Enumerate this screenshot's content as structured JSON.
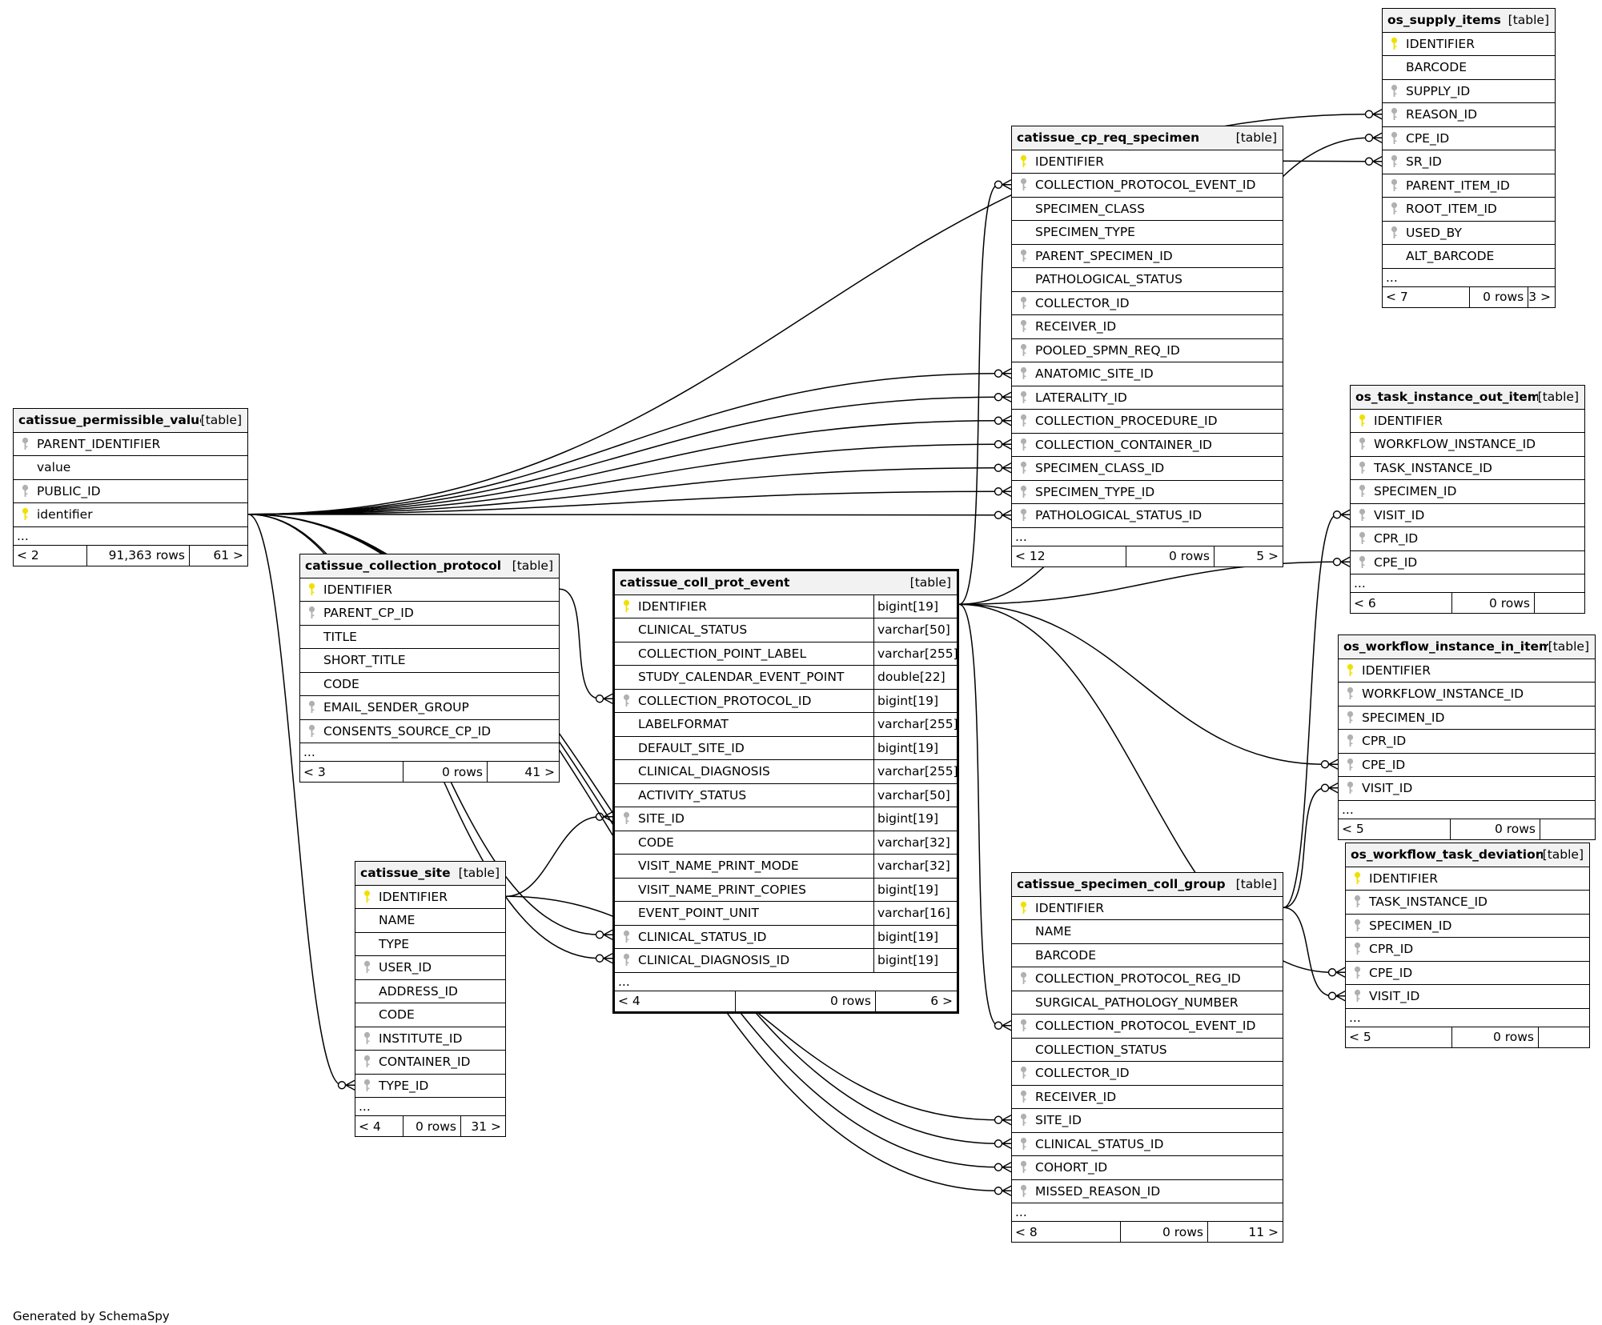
{
  "footer": "Generated by SchemaSpy",
  "tag_label": "[table]",
  "more_label": "...",
  "colors": {
    "primary_key": "#f0e000",
    "foreign_key": "#b0b0b0",
    "header_bg": "#f2f2f2",
    "line": "#000000"
  },
  "tables": [
    {
      "id": "os_supply_items",
      "name": "os_supply_items",
      "focus": false,
      "show_types": false,
      "columns": [
        {
          "name": "IDENTIFIER",
          "key": "pk"
        },
        {
          "name": "BARCODE",
          "key": ""
        },
        {
          "name": "SUPPLY_ID",
          "key": "fk"
        },
        {
          "name": "REASON_ID",
          "key": "fk"
        },
        {
          "name": "CPE_ID",
          "key": "fk"
        },
        {
          "name": "SR_ID",
          "key": "fk"
        },
        {
          "name": "PARENT_ITEM_ID",
          "key": "fk"
        },
        {
          "name": "ROOT_ITEM_ID",
          "key": "fk"
        },
        {
          "name": "USED_BY",
          "key": "fk"
        },
        {
          "name": "ALT_BARCODE",
          "key": ""
        }
      ],
      "footer": {
        "parents": "< 7",
        "rows": "0 rows",
        "children": "3 >"
      }
    },
    {
      "id": "catissue_cp_req_specimen",
      "name": "catissue_cp_req_specimen",
      "focus": false,
      "show_types": false,
      "columns": [
        {
          "name": "IDENTIFIER",
          "key": "pk"
        },
        {
          "name": "COLLECTION_PROTOCOL_EVENT_ID",
          "key": "fk"
        },
        {
          "name": "SPECIMEN_CLASS",
          "key": ""
        },
        {
          "name": "SPECIMEN_TYPE",
          "key": ""
        },
        {
          "name": "PARENT_SPECIMEN_ID",
          "key": "fk"
        },
        {
          "name": "PATHOLOGICAL_STATUS",
          "key": ""
        },
        {
          "name": "COLLECTOR_ID",
          "key": "fk"
        },
        {
          "name": "RECEIVER_ID",
          "key": "fk"
        },
        {
          "name": "POOLED_SPMN_REQ_ID",
          "key": "fk"
        },
        {
          "name": "ANATOMIC_SITE_ID",
          "key": "fk"
        },
        {
          "name": "LATERALITY_ID",
          "key": "fk"
        },
        {
          "name": "COLLECTION_PROCEDURE_ID",
          "key": "fk"
        },
        {
          "name": "COLLECTION_CONTAINER_ID",
          "key": "fk"
        },
        {
          "name": "SPECIMEN_CLASS_ID",
          "key": "fk"
        },
        {
          "name": "SPECIMEN_TYPE_ID",
          "key": "fk"
        },
        {
          "name": "PATHOLOGICAL_STATUS_ID",
          "key": "fk"
        }
      ],
      "footer": {
        "parents": "< 12",
        "rows": "0 rows",
        "children": "5 >"
      }
    },
    {
      "id": "os_task_instance_out_items",
      "name": "os_task_instance_out_items",
      "focus": false,
      "show_types": false,
      "columns": [
        {
          "name": "IDENTIFIER",
          "key": "pk"
        },
        {
          "name": "WORKFLOW_INSTANCE_ID",
          "key": "fk"
        },
        {
          "name": "TASK_INSTANCE_ID",
          "key": "fk"
        },
        {
          "name": "SPECIMEN_ID",
          "key": "fk"
        },
        {
          "name": "VISIT_ID",
          "key": "fk"
        },
        {
          "name": "CPR_ID",
          "key": "fk"
        },
        {
          "name": "CPE_ID",
          "key": "fk"
        }
      ],
      "footer": {
        "parents": "< 6",
        "rows": "0 rows",
        "children": ""
      }
    },
    {
      "id": "catissue_permissible_value",
      "name": "catissue_permissible_value",
      "focus": false,
      "show_types": false,
      "columns": [
        {
          "name": "PARENT_IDENTIFIER",
          "key": "fk"
        },
        {
          "name": "value",
          "key": ""
        },
        {
          "name": "PUBLIC_ID",
          "key": "fk"
        },
        {
          "name": "identifier",
          "key": "pk"
        }
      ],
      "footer": {
        "parents": "< 2",
        "rows": "91,363 rows",
        "children": "61 >"
      }
    },
    {
      "id": "catissue_collection_protocol",
      "name": "catissue_collection_protocol",
      "focus": false,
      "show_types": false,
      "columns": [
        {
          "name": "IDENTIFIER",
          "key": "pk"
        },
        {
          "name": "PARENT_CP_ID",
          "key": "fk"
        },
        {
          "name": "TITLE",
          "key": ""
        },
        {
          "name": "SHORT_TITLE",
          "key": ""
        },
        {
          "name": "CODE",
          "key": ""
        },
        {
          "name": "EMAIL_SENDER_GROUP",
          "key": "fk"
        },
        {
          "name": "CONSENTS_SOURCE_CP_ID",
          "key": "fk"
        }
      ],
      "footer": {
        "parents": "< 3",
        "rows": "0 rows",
        "children": "41 >"
      }
    },
    {
      "id": "catissue_coll_prot_event",
      "name": "catissue_coll_prot_event",
      "focus": true,
      "show_types": true,
      "columns": [
        {
          "name": "IDENTIFIER",
          "key": "pk",
          "type": "bigint[19]"
        },
        {
          "name": "CLINICAL_STATUS",
          "key": "",
          "type": "varchar[50]"
        },
        {
          "name": "COLLECTION_POINT_LABEL",
          "key": "",
          "type": "varchar[255]"
        },
        {
          "name": "STUDY_CALENDAR_EVENT_POINT",
          "key": "",
          "type": "double[22]"
        },
        {
          "name": "COLLECTION_PROTOCOL_ID",
          "key": "fk",
          "type": "bigint[19]"
        },
        {
          "name": "LABELFORMAT",
          "key": "",
          "type": "varchar[255]"
        },
        {
          "name": "DEFAULT_SITE_ID",
          "key": "",
          "type": "bigint[19]"
        },
        {
          "name": "CLINICAL_DIAGNOSIS",
          "key": "",
          "type": "varchar[255]"
        },
        {
          "name": "ACTIVITY_STATUS",
          "key": "",
          "type": "varchar[50]"
        },
        {
          "name": "SITE_ID",
          "key": "fk",
          "type": "bigint[19]"
        },
        {
          "name": "CODE",
          "key": "",
          "type": "varchar[32]"
        },
        {
          "name": "VISIT_NAME_PRINT_MODE",
          "key": "",
          "type": "varchar[32]"
        },
        {
          "name": "VISIT_NAME_PRINT_COPIES",
          "key": "",
          "type": "bigint[19]"
        },
        {
          "name": "EVENT_POINT_UNIT",
          "key": "",
          "type": "varchar[16]"
        },
        {
          "name": "CLINICAL_STATUS_ID",
          "key": "fk",
          "type": "bigint[19]"
        },
        {
          "name": "CLINICAL_DIAGNOSIS_ID",
          "key": "fk",
          "type": "bigint[19]"
        }
      ],
      "footer": {
        "parents": "< 4",
        "rows": "0 rows",
        "children": "6 >"
      }
    },
    {
      "id": "os_workflow_instance_in_items",
      "name": "os_workflow_instance_in_items",
      "focus": false,
      "show_types": false,
      "columns": [
        {
          "name": "IDENTIFIER",
          "key": "pk"
        },
        {
          "name": "WORKFLOW_INSTANCE_ID",
          "key": "fk"
        },
        {
          "name": "SPECIMEN_ID",
          "key": "fk"
        },
        {
          "name": "CPR_ID",
          "key": "fk"
        },
        {
          "name": "CPE_ID",
          "key": "fk"
        },
        {
          "name": "VISIT_ID",
          "key": "fk"
        }
      ],
      "footer": {
        "parents": "< 5",
        "rows": "0 rows",
        "children": ""
      }
    },
    {
      "id": "os_workflow_task_deviations",
      "name": "os_workflow_task_deviations",
      "focus": false,
      "show_types": false,
      "columns": [
        {
          "name": "IDENTIFIER",
          "key": "pk"
        },
        {
          "name": "TASK_INSTANCE_ID",
          "key": "fk"
        },
        {
          "name": "SPECIMEN_ID",
          "key": "fk"
        },
        {
          "name": "CPR_ID",
          "key": "fk"
        },
        {
          "name": "CPE_ID",
          "key": "fk"
        },
        {
          "name": "VISIT_ID",
          "key": "fk"
        }
      ],
      "footer": {
        "parents": "< 5",
        "rows": "0 rows",
        "children": ""
      }
    },
    {
      "id": "catissue_site",
      "name": "catissue_site",
      "focus": false,
      "show_types": false,
      "columns": [
        {
          "name": "IDENTIFIER",
          "key": "pk"
        },
        {
          "name": "NAME",
          "key": ""
        },
        {
          "name": "TYPE",
          "key": ""
        },
        {
          "name": "USER_ID",
          "key": "fk"
        },
        {
          "name": "ADDRESS_ID",
          "key": ""
        },
        {
          "name": "CODE",
          "key": ""
        },
        {
          "name": "INSTITUTE_ID",
          "key": "fk"
        },
        {
          "name": "CONTAINER_ID",
          "key": "fk"
        },
        {
          "name": "TYPE_ID",
          "key": "fk"
        }
      ],
      "footer": {
        "parents": "< 4",
        "rows": "0 rows",
        "children": "31 >"
      }
    },
    {
      "id": "catissue_specimen_coll_group",
      "name": "catissue_specimen_coll_group",
      "focus": false,
      "show_types": false,
      "columns": [
        {
          "name": "IDENTIFIER",
          "key": "pk"
        },
        {
          "name": "NAME",
          "key": ""
        },
        {
          "name": "BARCODE",
          "key": ""
        },
        {
          "name": "COLLECTION_PROTOCOL_REG_ID",
          "key": "fk"
        },
        {
          "name": "SURGICAL_PATHOLOGY_NUMBER",
          "key": ""
        },
        {
          "name": "COLLECTION_PROTOCOL_EVENT_ID",
          "key": "fk"
        },
        {
          "name": "COLLECTION_STATUS",
          "key": ""
        },
        {
          "name": "COLLECTOR_ID",
          "key": "fk"
        },
        {
          "name": "RECEIVER_ID",
          "key": "fk"
        },
        {
          "name": "SITE_ID",
          "key": "fk"
        },
        {
          "name": "CLINICAL_STATUS_ID",
          "key": "fk"
        },
        {
          "name": "COHORT_ID",
          "key": "fk"
        },
        {
          "name": "MISSED_REASON_ID",
          "key": "fk"
        }
      ],
      "footer": {
        "parents": "< 8",
        "rows": "0 rows",
        "children": "11 >"
      }
    }
  ],
  "relationships": [
    {
      "from": [
        "catissue_permissible_value",
        "identifier"
      ],
      "to": [
        "os_supply_items",
        "REASON_ID"
      ]
    },
    {
      "from": [
        "catissue_cp_req_specimen",
        "IDENTIFIER"
      ],
      "to": [
        "os_supply_items",
        "SR_ID"
      ]
    },
    {
      "from": [
        "catissue_coll_prot_event",
        "IDENTIFIER"
      ],
      "to": [
        "os_supply_items",
        "CPE_ID"
      ]
    },
    {
      "from": [
        "catissue_coll_prot_event",
        "IDENTIFIER"
      ],
      "to": [
        "catissue_cp_req_specimen",
        "COLLECTION_PROTOCOL_EVENT_ID"
      ]
    },
    {
      "from": [
        "catissue_permissible_value",
        "identifier"
      ],
      "to": [
        "catissue_cp_req_specimen",
        "ANATOMIC_SITE_ID"
      ]
    },
    {
      "from": [
        "catissue_permissible_value",
        "identifier"
      ],
      "to": [
        "catissue_cp_req_specimen",
        "LATERALITY_ID"
      ]
    },
    {
      "from": [
        "catissue_permissible_value",
        "identifier"
      ],
      "to": [
        "catissue_cp_req_specimen",
        "COLLECTION_PROCEDURE_ID"
      ]
    },
    {
      "from": [
        "catissue_permissible_value",
        "identifier"
      ],
      "to": [
        "catissue_cp_req_specimen",
        "COLLECTION_CONTAINER_ID"
      ]
    },
    {
      "from": [
        "catissue_permissible_value",
        "identifier"
      ],
      "to": [
        "catissue_cp_req_specimen",
        "SPECIMEN_CLASS_ID"
      ]
    },
    {
      "from": [
        "catissue_permissible_value",
        "identifier"
      ],
      "to": [
        "catissue_cp_req_specimen",
        "SPECIMEN_TYPE_ID"
      ]
    },
    {
      "from": [
        "catissue_permissible_value",
        "identifier"
      ],
      "to": [
        "catissue_cp_req_specimen",
        "PATHOLOGICAL_STATUS_ID"
      ]
    },
    {
      "from": [
        "catissue_coll_prot_event",
        "IDENTIFIER"
      ],
      "to": [
        "os_task_instance_out_items",
        "CPE_ID"
      ]
    },
    {
      "from": [
        "catissue_specimen_coll_group",
        "IDENTIFIER"
      ],
      "to": [
        "os_task_instance_out_items",
        "VISIT_ID"
      ]
    },
    {
      "from": [
        "catissue_coll_prot_event",
        "IDENTIFIER"
      ],
      "to": [
        "os_workflow_instance_in_items",
        "CPE_ID"
      ]
    },
    {
      "from": [
        "catissue_specimen_coll_group",
        "IDENTIFIER"
      ],
      "to": [
        "os_workflow_instance_in_items",
        "VISIT_ID"
      ]
    },
    {
      "from": [
        "catissue_coll_prot_event",
        "IDENTIFIER"
      ],
      "to": [
        "os_workflow_task_deviations",
        "CPE_ID"
      ]
    },
    {
      "from": [
        "catissue_specimen_coll_group",
        "IDENTIFIER"
      ],
      "to": [
        "os_workflow_task_deviations",
        "VISIT_ID"
      ]
    },
    {
      "from": [
        "catissue_collection_protocol",
        "IDENTIFIER"
      ],
      "to": [
        "catissue_coll_prot_event",
        "COLLECTION_PROTOCOL_ID"
      ]
    },
    {
      "from": [
        "catissue_site",
        "IDENTIFIER"
      ],
      "to": [
        "catissue_coll_prot_event",
        "SITE_ID"
      ]
    },
    {
      "from": [
        "catissue_permissible_value",
        "identifier"
      ],
      "to": [
        "catissue_coll_prot_event",
        "CLINICAL_STATUS_ID"
      ]
    },
    {
      "from": [
        "catissue_permissible_value",
        "identifier"
      ],
      "to": [
        "catissue_coll_prot_event",
        "CLINICAL_DIAGNOSIS_ID"
      ]
    },
    {
      "from": [
        "catissue_permissible_value",
        "identifier"
      ],
      "to": [
        "catissue_site",
        "TYPE_ID"
      ]
    },
    {
      "from": [
        "catissue_coll_prot_event",
        "IDENTIFIER"
      ],
      "to": [
        "catissue_specimen_coll_group",
        "COLLECTION_PROTOCOL_EVENT_ID"
      ]
    },
    {
      "from": [
        "catissue_site",
        "IDENTIFIER"
      ],
      "to": [
        "catissue_specimen_coll_group",
        "SITE_ID"
      ]
    },
    {
      "from": [
        "catissue_permissible_value",
        "identifier"
      ],
      "to": [
        "catissue_specimen_coll_group",
        "CLINICAL_STATUS_ID"
      ]
    },
    {
      "from": [
        "catissue_permissible_value",
        "identifier"
      ],
      "to": [
        "catissue_specimen_coll_group",
        "COHORT_ID"
      ]
    },
    {
      "from": [
        "catissue_permissible_value",
        "identifier"
      ],
      "to": [
        "catissue_specimen_coll_group",
        "MISSED_REASON_ID"
      ]
    }
  ]
}
